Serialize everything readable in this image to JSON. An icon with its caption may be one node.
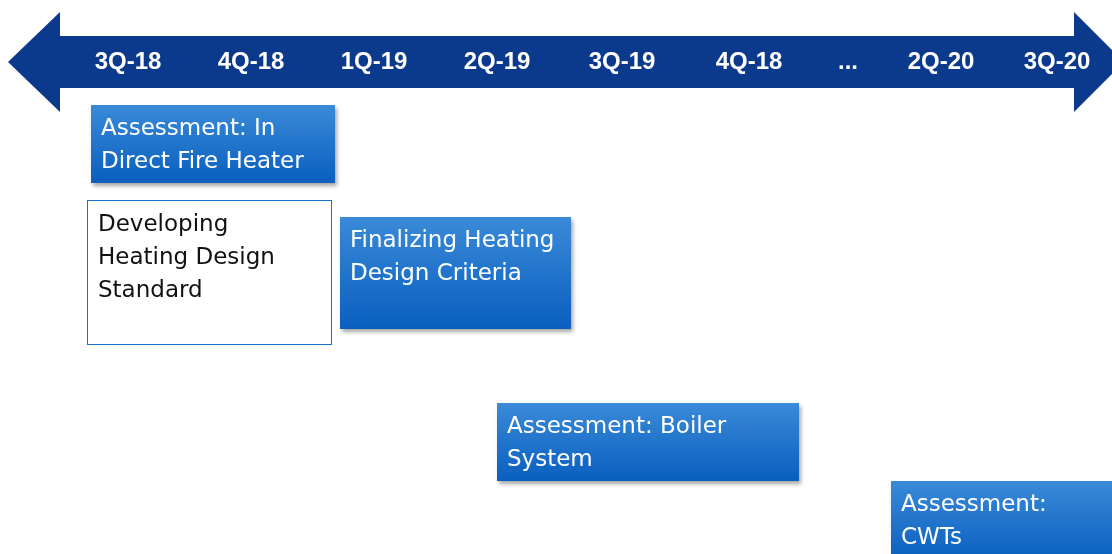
{
  "diagram": {
    "nodes": [
      {
        "text": [
          "Assessment: In Direct Fire Heater"
        ]
      },
      {
        "text": [
          "Developing Heating Design Standard"
        ]
      },
      {
        "text": [
          "Finalizing Heating Design Criteria"
        ]
      },
      {
        "text": [
          "Assessment: Boiler System"
        ]
      },
      {
        "text": [
          "Assessment: CWTs"
        ]
      }
    ],
    "labels": [
      "3Q-18",
      "4Q-18",
      "1Q-19",
      "2Q-19",
      "3Q-19",
      "4Q-18",
      "...",
      "2Q-20",
      "3Q-20"
    ]
  }
}
